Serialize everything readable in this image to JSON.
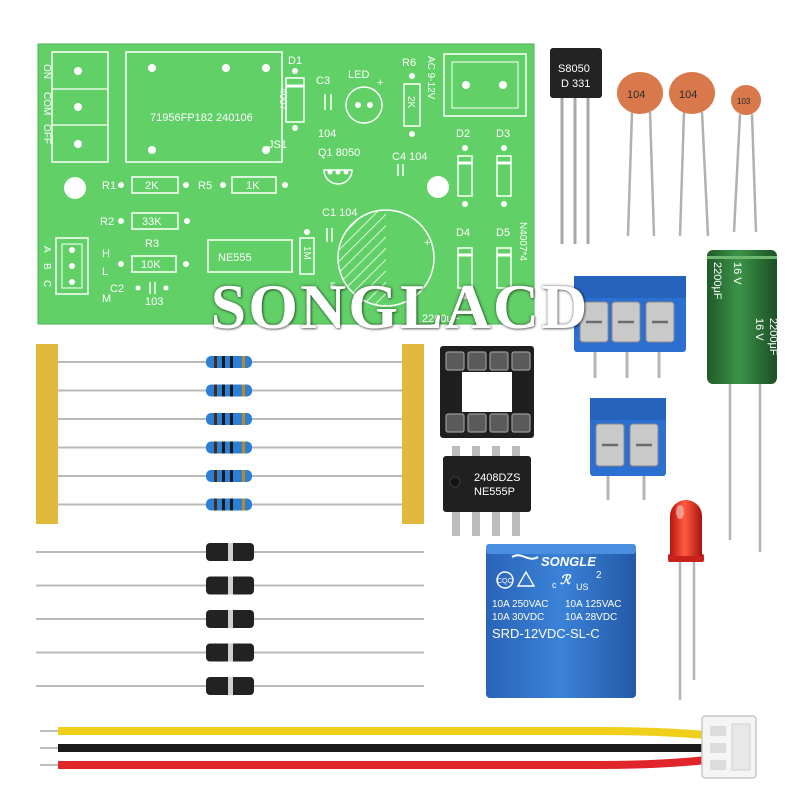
{
  "colors": {
    "pcb": "#61d067",
    "pcb_dark": "#4fb957",
    "relay": "#2f73c8",
    "terminal": "#2b6fd0",
    "capacitor": "#2f7a3a",
    "ceramic": "#d9784a",
    "wire_yellow": "#f0cf1a",
    "wire_black": "#1b1b1b",
    "wire_red": "#e0262b",
    "led": "#e32622",
    "tape": "#e2b93c"
  },
  "pcb": {
    "left_labels": [
      "ON",
      "COM",
      "OFF"
    ],
    "abc_labels": [
      "A",
      "B",
      "C"
    ],
    "hlm_labels": [
      "H",
      "L",
      "M"
    ],
    "relay_print": "71956FP182 240106",
    "js1": "JS1",
    "d1": "D1",
    "d1_value": "4007",
    "c3": "C3",
    "c3_value": "104",
    "led": "LED",
    "led_plus": "+",
    "r6": "R6",
    "r6_value": "2K",
    "ac": "AC 9-12V",
    "q1": "Q1 8050",
    "c4": "C4 104",
    "d2": "D2",
    "d3": "D3",
    "d4": "D4",
    "d5": "D5",
    "d_series": "N4007*4",
    "r1": "R1",
    "r1_value": "2K",
    "r5": "R5",
    "r5_value": "1K",
    "r2": "R2",
    "r2_value": "33K",
    "r3": "R3",
    "r3_value": "10K",
    "c1": "C1 104",
    "ic": "NE555",
    "c2": "C2",
    "c2_value": "103",
    "c5_partial": "5",
    "cap_value_partial": "2200uF",
    "plus": "+",
    "rp": "1M"
  },
  "transistor": {
    "line1": "S8050",
    "line2": "D 331"
  },
  "ceramic_caps": [
    "104",
    "104",
    "103"
  ],
  "electrolytic": {
    "value": "2200μF",
    "voltage": "16 V"
  },
  "ic_chip": {
    "line1": "2408DZS",
    "line2": "NE555P"
  },
  "relay": {
    "brand": "SONGLE",
    "cert1": "CQC",
    "cert2": "c",
    "cert3": "US",
    "cert_num": "2",
    "ratings": [
      "10A 250VAC",
      "10A 125VAC",
      "10A 30VDC",
      "10A 28VDC"
    ],
    "model": "SRD-12VDC-SL-C"
  },
  "watermark": "SONGLACD",
  "resistor_count": 6,
  "diode_count": 5
}
